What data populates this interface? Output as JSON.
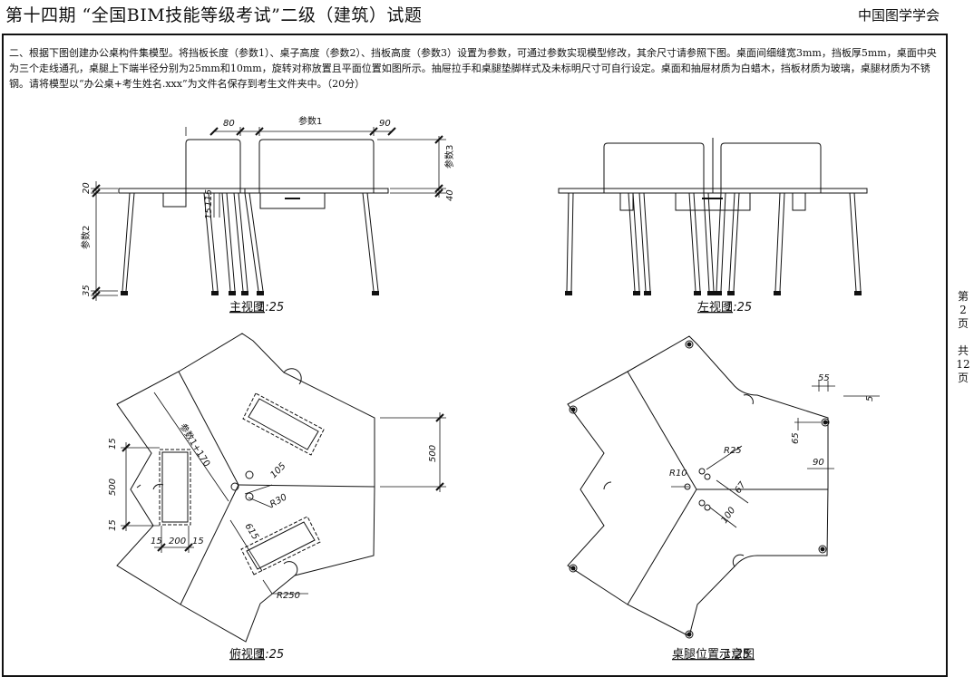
{
  "header": {
    "title": "第十四期 “全国BIM技能等级考试”二级（建筑）试题",
    "org": "中国图学学会"
  },
  "question": {
    "text": "二、根据下图创建办公桌构件集模型。将挡板长度（参数1）、桌子高度（参数2）、挡板高度（参数3）设置为参数，可通过参数实现模型修改，其余尺寸请参照下图。桌面间细缝宽3mm，挡板厚5mm，桌面中央为三个走线通孔，桌腿上下端半径分别为25mm和10mm，旋转对称放置且平面位置如图所示。抽屉拉手和桌腿垫脚样式及未标明尺寸可自行设定。桌面和抽屉材质为白蜡木，挡板材质为玻璃，桌腿材质为不锈钢。请将模型以“办公桌+考生姓名.xxx”为文件名保存到考生文件夹中。（20分）"
  },
  "page_indicator": [
    "第",
    "2",
    "页",
    "",
    "共",
    "12",
    "页"
  ],
  "views": {
    "front": {
      "caption": "主视图",
      "scale": "1:25"
    },
    "left": {
      "caption": "左视图",
      "scale": "1:25"
    },
    "top": {
      "caption": "俯视图",
      "scale": "1:25"
    },
    "legs": {
      "caption": "桌腿位置示意图",
      "scale": "1:25"
    }
  },
  "dims": {
    "front": {
      "d80": "80",
      "param1": "参数1",
      "d90": "90",
      "param3": "参数3",
      "d40": "40",
      "d20": "20",
      "d15": "15",
      "d115": "115",
      "param2": "参数2",
      "d35": "35"
    },
    "top": {
      "d15a": "15",
      "d500a": "500",
      "d15b": "15",
      "d15c": "15",
      "d200": "200",
      "d15d": "15",
      "param1_170": "参数1+170",
      "d105": "105",
      "r30": "R30",
      "d615": "615",
      "r250": "R250",
      "d500b": "500"
    },
    "legs": {
      "d55": "55",
      "d65": "65",
      "d5": "5",
      "r25": "R25",
      "r10": "R10",
      "d67": "67",
      "d90": "90",
      "d100": "100"
    }
  }
}
